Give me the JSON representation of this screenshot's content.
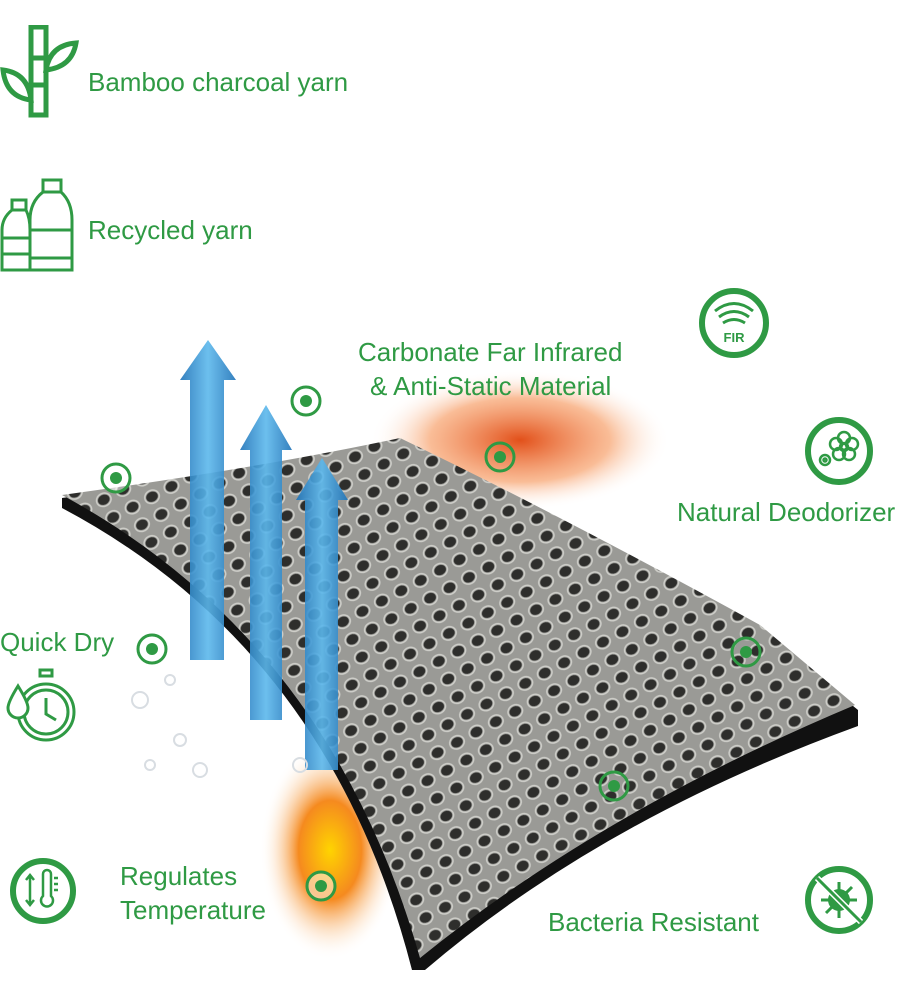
{
  "colors": {
    "brand_green": "#2f9a44",
    "fabric_dark": "#3a3a3a",
    "arrow_blue": "#3a9ad6",
    "heat_orange": "#f07a20"
  },
  "features": {
    "bamboo": "Bamboo charcoal yarn",
    "recycled": "Recycled yarn",
    "far_infrared_line1": "Carbonate Far Infrared",
    "far_infrared_line2": "& Anti-Static Material",
    "fir_badge": "FIR",
    "deodorizer": "Natural Deodorizer",
    "quick_dry": "Quick Dry",
    "temperature_line1": "Regulates",
    "temperature_line2": "Temperature",
    "bacteria": "Bacteria Resistant"
  },
  "icons": [
    "bamboo-icon",
    "bottles-icon",
    "fir-icon",
    "flower-icon",
    "stopwatch-drop-icon",
    "thermometer-icon",
    "no-bacteria-icon"
  ]
}
